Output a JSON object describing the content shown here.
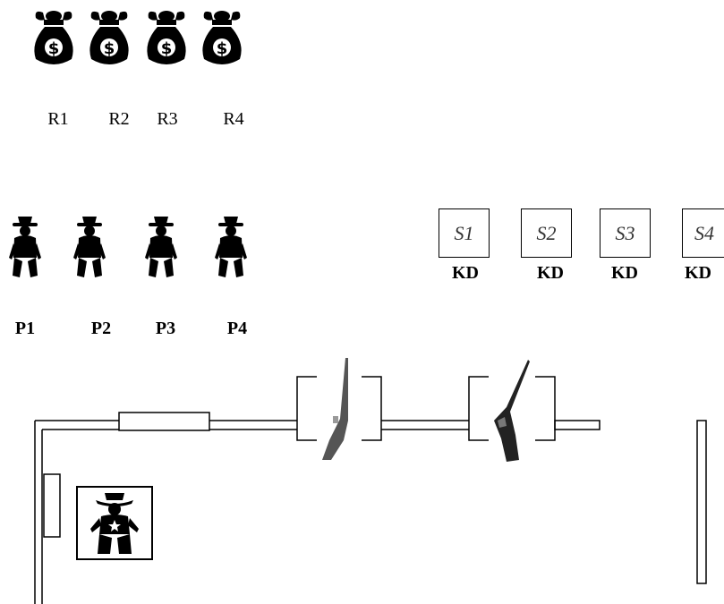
{
  "money_bags": [
    {
      "icon": "money-bag-icon",
      "label": "R1"
    },
    {
      "icon": "money-bag-icon",
      "label": "R2"
    },
    {
      "icon": "money-bag-icon",
      "label": "R3"
    },
    {
      "icon": "money-bag-icon",
      "label": "R4"
    }
  ],
  "players": [
    {
      "icon": "cowboy-figure-icon",
      "label": "P1"
    },
    {
      "icon": "cowboy-figure-icon",
      "label": "P2"
    },
    {
      "icon": "cowboy-figure-icon",
      "label": "P3"
    },
    {
      "icon": "cowboy-figure-icon",
      "label": "P4"
    }
  ],
  "slots": [
    {
      "name": "S1",
      "tag": "KD"
    },
    {
      "name": "S2",
      "tag": "KD"
    },
    {
      "name": "S3",
      "tag": "KD"
    },
    {
      "name": "S4",
      "tag": "KD"
    }
  ],
  "room": {
    "sheriff_icon": "sheriff-icon",
    "rifle_icons": [
      "rifle-icon",
      "rifle-icon"
    ]
  }
}
